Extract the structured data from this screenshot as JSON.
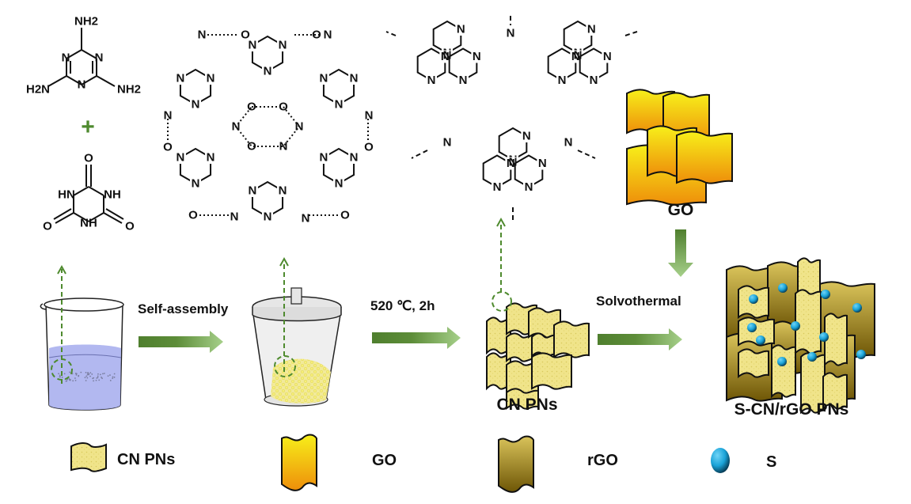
{
  "reactants": {
    "melamine": {
      "substituents": [
        "NH2",
        "H2N",
        "NH2"
      ],
      "ring_atoms": [
        "N",
        "N",
        "N"
      ]
    },
    "plus": "+",
    "cyanuric_acid": {
      "substituents": [
        "O",
        "O",
        "O"
      ],
      "ring_atoms": [
        "HN",
        "NH",
        "NH"
      ]
    }
  },
  "steps": [
    {
      "label": "Self-assembly"
    },
    {
      "label": "520 ℃, 2h"
    },
    {
      "label": "Solvothermal"
    }
  ],
  "products": {
    "cn_pns": "CN PNs",
    "go": "GO",
    "composite": "S-CN/rGO PNs"
  },
  "legend": [
    {
      "label": "CN PNs",
      "icon": "cn-sheet-icon"
    },
    {
      "label": "GO",
      "icon": "go-sheet-icon"
    },
    {
      "label": "rGO",
      "icon": "rgo-sheet-icon"
    },
    {
      "label": "S",
      "icon": "sulfur-sphere-icon"
    }
  ],
  "colors": {
    "arrow_dark": "#4f7f2e",
    "arrow_light": "#a6d08a",
    "guide": "#4e8a2e",
    "cn_fill": "#f0e48a",
    "go_top": "#f7ef1a",
    "go_bottom": "#ee8e0a",
    "rgo_top": "#d9c35a",
    "rgo_bottom": "#6e5606",
    "sulfur": "#1aa3d8",
    "solution": "#aab0ee"
  }
}
